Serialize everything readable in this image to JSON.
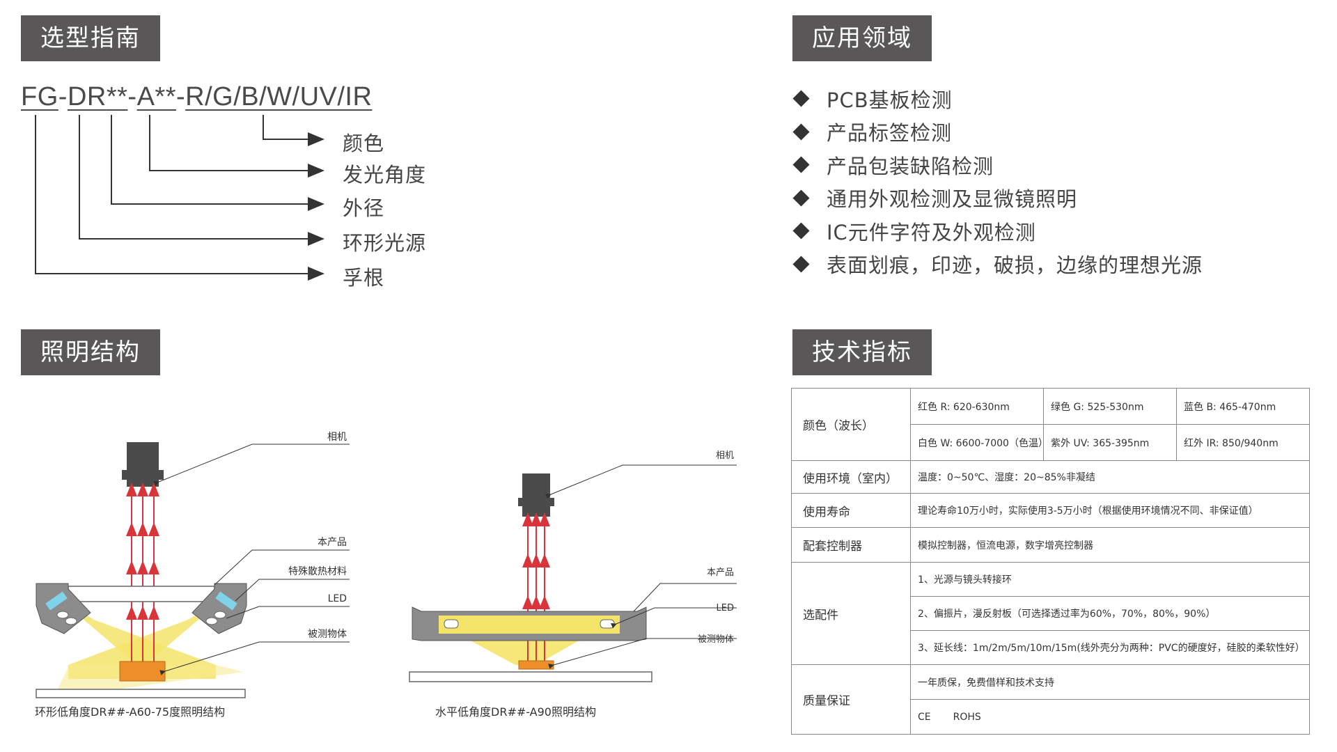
{
  "sections": {
    "selection_guide": "选型指南",
    "applications": "应用领域",
    "lighting_structure": "照明结构",
    "tech_specs": "技术指标"
  },
  "model": {
    "p1": "FG",
    "d1": "-",
    "p2": "DR",
    "p3": "**",
    "d2": "-",
    "p4": "A**",
    "d3": "-",
    "p5": "R/G/B/W/UV/IR"
  },
  "legend": [
    "颜色",
    "发光角度",
    "外径",
    "环形光源",
    "孚根"
  ],
  "applications": [
    "PCB基板检测",
    "产品标签检测",
    "产品包装缺陷检测",
    "通用外观检测及显微镜照明",
    "IC元件字符及外观检测",
    "表面划痕，印迹，破损，边缘的理想光源"
  ],
  "diagram1": {
    "camera": "相机",
    "product": "本产品",
    "heat_material": "特殊散热材料",
    "led": "LED",
    "object": "被测物体",
    "caption": "环形低角度DR##-A60-75度照明结构"
  },
  "diagram2": {
    "camera": "相机",
    "product": "本产品",
    "led": "LED",
    "object": "被测物体",
    "caption": "水平低角度DR##-A90照明结构"
  },
  "specs": {
    "color_label": "颜色（波长）",
    "red": "红色 R: 620-630nm",
    "green": "绿色 G: 525-530nm",
    "blue": "蓝色 B: 465-470nm",
    "white": "白色 W: 6600-7000（色温）",
    "uv": "紫外 UV: 365-395nm",
    "ir": "红外 IR: 850/940nm",
    "env_label": "使用环境（室内）",
    "env": "温度：0~50℃、湿度：20~85%非凝结",
    "life_label": "使用寿命",
    "life": "理论寿命10万小时，实际使用3-5万小时（根据使用环境情况不同、非保证值）",
    "controller_label": "配套控制器",
    "controller": "模拟控制器，恒流电源，数字增亮控制器",
    "acc_label": "选配件",
    "acc1": "1、光源与镜头转接环",
    "acc2": "2、偏振片，漫反射板（可选择透过率为60%，70%，80%，90%）",
    "acc3": "3、延长线：1m/2m/5m/10m/15m(线外壳分为两种：PVC的硬度好，硅胶的柔软性好）",
    "quality_label": "质量保证",
    "quality1": "一年质保，免费借样和技术支持",
    "quality2a": "CE",
    "quality2b": "ROHS"
  }
}
